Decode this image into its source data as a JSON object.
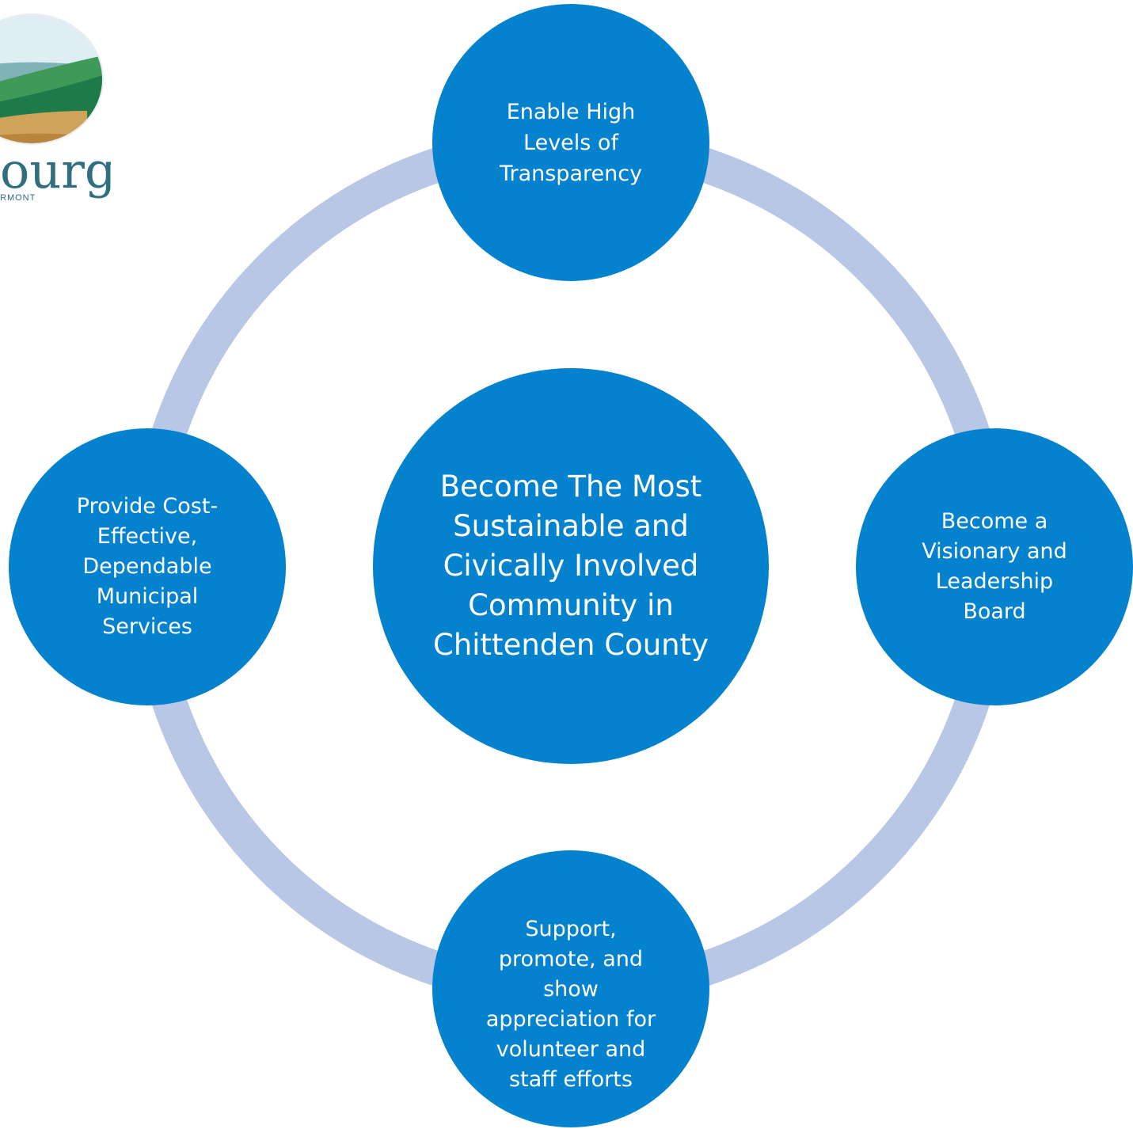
{
  "diagram": {
    "colors": {
      "node_fill": "#0582CE",
      "ring": "#B8C7E6",
      "text": "#FFFFFF"
    },
    "center": {
      "label": "Become The Most\nSustainable and\nCivically Involved\nCommunity in\nChittenden County"
    },
    "top": {
      "label": "Enable High\nLevels of\nTransparency"
    },
    "right": {
      "label": "Become a\nVisionary and\nLeadership\nBoard"
    },
    "bottom": {
      "label": "Support,\npromote, and\nshow\nappreciation for\nvolunteer and\nstaff efforts"
    },
    "left": {
      "label": "Provide  Cost-\nEffective,\nDependable\nMunicipal\nServices"
    }
  },
  "logo": {
    "text": "ourg",
    "subtext": "RMONT"
  }
}
